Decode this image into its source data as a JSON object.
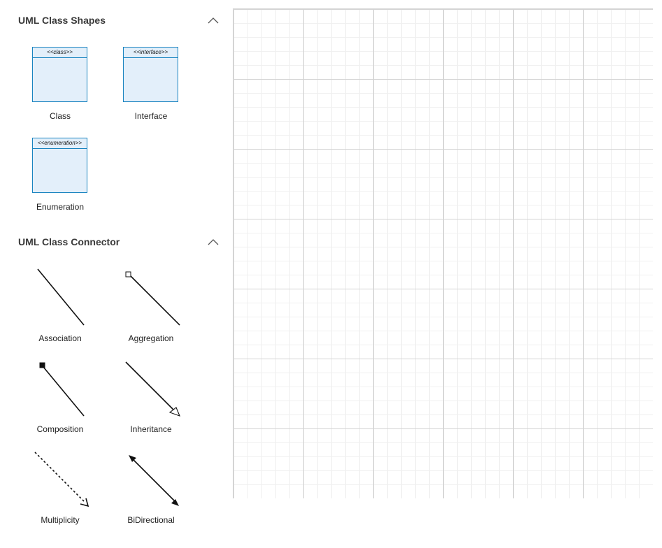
{
  "palette": {
    "shapes_section": {
      "title": "UML Class Shapes",
      "items": [
        {
          "label": "Class",
          "stereotype": "<<class>>"
        },
        {
          "label": "Interface",
          "stereotype": "<<interface>>"
        },
        {
          "label": "Enumeration",
          "stereotype": "<<enumeration>>"
        }
      ]
    },
    "connector_section": {
      "title": "UML Class Connector",
      "items": [
        {
          "label": "Association"
        },
        {
          "label": "Aggregation"
        },
        {
          "label": "Composition"
        },
        {
          "label": "Inheritance"
        },
        {
          "label": "Multiplicity"
        },
        {
          "label": "BiDirectional"
        }
      ]
    }
  },
  "colors": {
    "shape_fill": "#e3effa",
    "shape_stroke": "#1a84c0",
    "grid_major": "#d3d3d3",
    "grid_minor": "#f0f0f0"
  },
  "icons": {
    "collapse": "chevron-up-icon"
  }
}
